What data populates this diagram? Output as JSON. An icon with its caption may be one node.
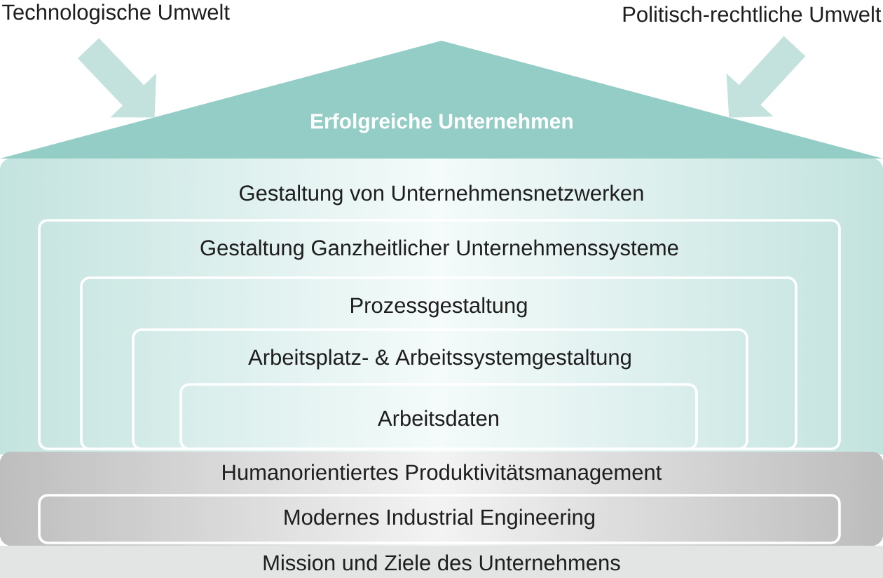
{
  "diagram": {
    "nodes": [
      {
        "text": [
          "Technologische Umwelt"
        ]
      },
      {
        "text": [
          "Politisch-rechtliche Umwelt"
        ]
      },
      {
        "text": [
          "Erfolgreiche Unternehmen"
        ]
      },
      {
        "text": [
          "Gestaltung von Unternehmensnetzwerken"
        ]
      },
      {
        "text": [
          "Gestaltung Ganzheitlicher Unternehmenssysteme"
        ],
        "in": 3
      },
      {
        "text": [
          "Prozessgestaltung"
        ],
        "in": 4
      },
      {
        "text": [
          "Arbeitsplatz- & Arbeitssystemgestaltung"
        ],
        "in": 5
      },
      {
        "text": [
          "Arbeitsdaten"
        ],
        "in": 6
      },
      {
        "text": [
          "Humanorientiertes Produktivitätsmanagement"
        ]
      },
      {
        "text": [
          "Modernes Industrial Engineering"
        ],
        "in": 8
      },
      {
        "text": [
          "Mission und Ziele des Unternehmens"
        ]
      }
    ],
    "edges": [
      {
        "from": 0,
        "to": 2,
        "arrow": "to"
      },
      {
        "from": 1,
        "to": 2,
        "arrow": "to"
      }
    ]
  }
}
